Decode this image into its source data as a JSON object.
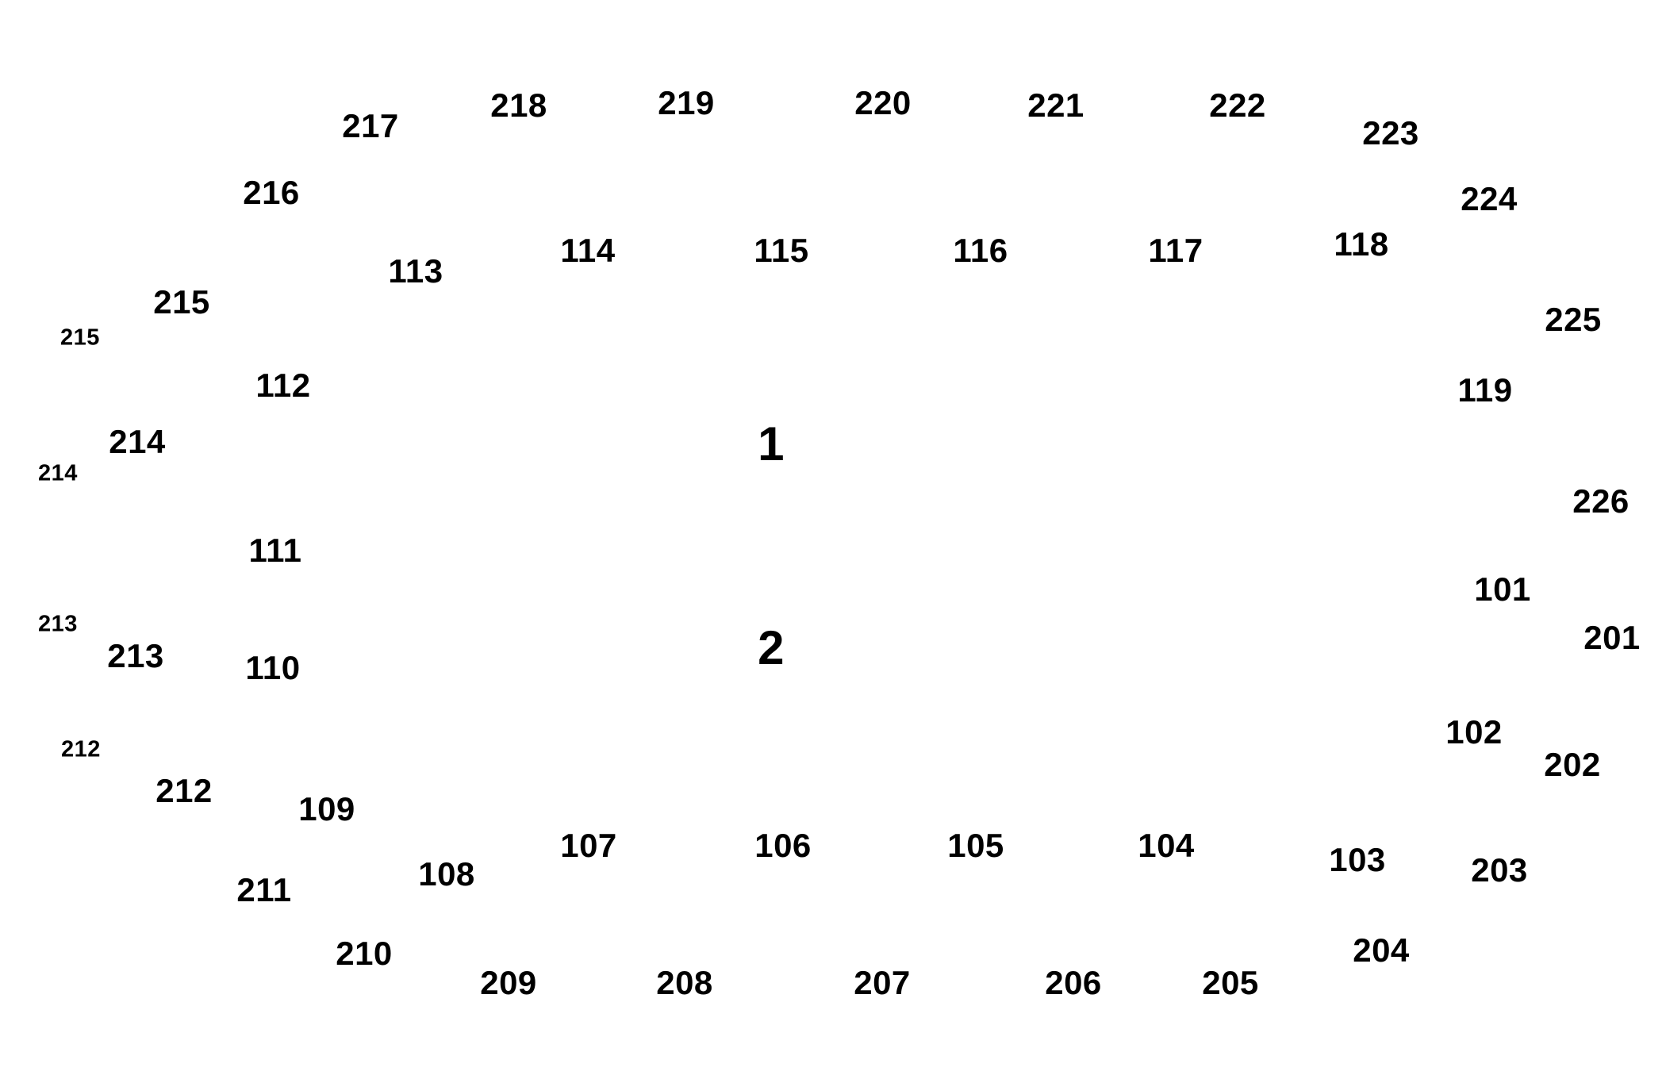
{
  "diagram": {
    "center_labels": [
      "1",
      "2"
    ],
    "inner_ring": [
      "101",
      "102",
      "103",
      "104",
      "105",
      "106",
      "107",
      "108",
      "109",
      "110",
      "111",
      "112",
      "113",
      "114",
      "115",
      "116",
      "117",
      "118",
      "119"
    ],
    "outer_ring": [
      "201",
      "202",
      "203",
      "204",
      "205",
      "206",
      "207",
      "208",
      "209",
      "210",
      "211",
      "212",
      "213",
      "214",
      "215",
      "216",
      "217",
      "218",
      "219",
      "220",
      "221",
      "222",
      "223",
      "224",
      "225",
      "226"
    ],
    "edge_labels": [
      "215",
      "214",
      "213",
      "212"
    ]
  }
}
